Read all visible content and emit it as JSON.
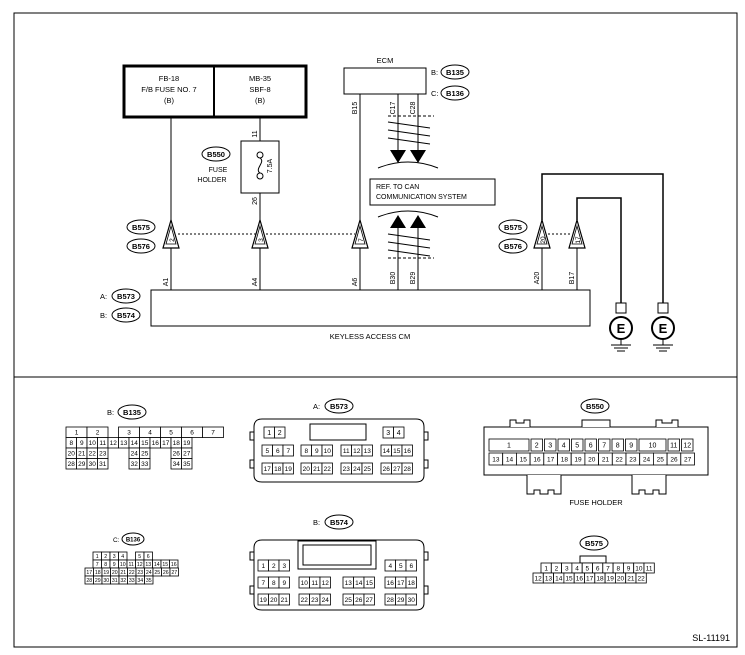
{
  "diagram_id": "SL-11191",
  "power_boxes": {
    "fb18": {
      "line1": "FB-18",
      "line2": "F/B FUSE NO. 7",
      "line3": "(B)"
    },
    "mb35": {
      "line1": "MB-35",
      "line2": "SBF-8",
      "line3": "(B)"
    }
  },
  "ecm": {
    "label": "ECM",
    "b_prefix": "B:",
    "b_connector": "B135",
    "c_prefix": "C:",
    "c_connector": "B136"
  },
  "fuse": {
    "connector": "B550",
    "label_line1": "FUSE",
    "label_line2": "HOLDER",
    "rating": "7.5A",
    "pin_top": "11",
    "pin_bottom": "26"
  },
  "can_ref": {
    "line1": "REF. TO CAN",
    "line2": "COMMUNICATION SYSTEM"
  },
  "pins": {
    "b15": "B15",
    "c17": "C17",
    "c28": "C28",
    "b30": "B30",
    "b29": "B29",
    "a1": "A1",
    "a4": "A4",
    "a6": "A6",
    "a20": "A20",
    "b17": "B17",
    "j2": "2",
    "j3": "3",
    "j7": "7",
    "j20": "20",
    "j17": "17"
  },
  "joint_connectors": {
    "left_1": "B575",
    "left_2": "B576",
    "right_1": "B575",
    "right_2": "B576"
  },
  "keyless": {
    "a_prefix": "A:",
    "a_connector": "B573",
    "b_prefix": "B:",
    "b_connector": "B574",
    "label": "KEYLESS ACCESS CM"
  },
  "ground_symbol": "E",
  "connector_views": {
    "b135": {
      "prefix": "B:",
      "name": "B135",
      "rows": [
        [
          "1",
          "2",
          "",
          "3",
          "4",
          "5",
          "6",
          "7"
        ],
        [
          "8",
          "9",
          "10",
          "11",
          "12",
          "13",
          "14",
          "15",
          "16",
          "17",
          "18",
          "19"
        ],
        [
          "20",
          "21",
          "22",
          "23",
          "",
          "",
          "24",
          "25",
          "",
          "",
          "26",
          "27"
        ],
        [
          "28",
          "29",
          "30",
          "31",
          "",
          "",
          "32",
          "33",
          "",
          "",
          "34",
          "35"
        ]
      ]
    },
    "b136": {
      "prefix": "C:",
      "name": "B136",
      "rows": [
        [
          "1",
          "2",
          "3",
          "4",
          "",
          "5",
          "6"
        ],
        [
          "7",
          "8",
          "9",
          "10",
          "11",
          "12",
          "13",
          "14",
          "15",
          "16"
        ],
        [
          "17",
          "18",
          "19",
          "20",
          "21",
          "22",
          "23",
          "24",
          "25",
          "26",
          "27"
        ],
        [
          "28",
          "29",
          "30",
          "31",
          "32",
          "33",
          "34",
          "35"
        ]
      ]
    },
    "b573": {
      "prefix": "A:",
      "name": "B573",
      "top_left": [
        "1",
        "2"
      ],
      "top_right": [
        "3",
        "4"
      ],
      "mid": [
        [
          "5",
          "6",
          "7"
        ],
        [
          "8",
          "9",
          "10"
        ],
        [
          "11",
          "12",
          "13"
        ],
        [
          "14",
          "15",
          "16"
        ]
      ],
      "bottom": [
        [
          "17",
          "18",
          "19"
        ],
        [
          "20",
          "21",
          "22"
        ],
        [
          "23",
          "24",
          "25"
        ],
        [
          "26",
          "27",
          "28"
        ]
      ]
    },
    "b574": {
      "prefix": "B:",
      "name": "B574",
      "rows": [
        [
          [
            "1",
            "2",
            "3"
          ],
          [
            "4",
            "5",
            "6"
          ]
        ],
        [
          [
            "7",
            "8",
            "9"
          ],
          [
            "10",
            "11",
            "12"
          ],
          [
            "13",
            "14",
            "15"
          ],
          [
            "16",
            "17",
            "18"
          ]
        ],
        [
          [
            "19",
            "20",
            "21"
          ],
          [
            "22",
            "23",
            "24"
          ],
          [
            "25",
            "26",
            "27"
          ],
          [
            "28",
            "29",
            "30"
          ]
        ]
      ]
    },
    "b550": {
      "name": "B550",
      "label": "FUSE HOLDER",
      "top": [
        "1",
        "2",
        "3",
        "4",
        "5",
        "6",
        "7",
        "8",
        "9",
        "10",
        "11",
        "12"
      ],
      "bottom": [
        "13",
        "14",
        "15",
        "16",
        "17",
        "18",
        "19",
        "20",
        "21",
        "22",
        "23",
        "24",
        "25",
        "26",
        "27"
      ]
    },
    "b575": {
      "name": "B575",
      "top": [
        "1",
        "2",
        "3",
        "4",
        "5",
        "6",
        "7",
        "8",
        "9",
        "10",
        "11"
      ],
      "bottom": [
        "12",
        "13",
        "14",
        "15",
        "16",
        "17",
        "18",
        "19",
        "20",
        "21",
        "22"
      ]
    }
  }
}
